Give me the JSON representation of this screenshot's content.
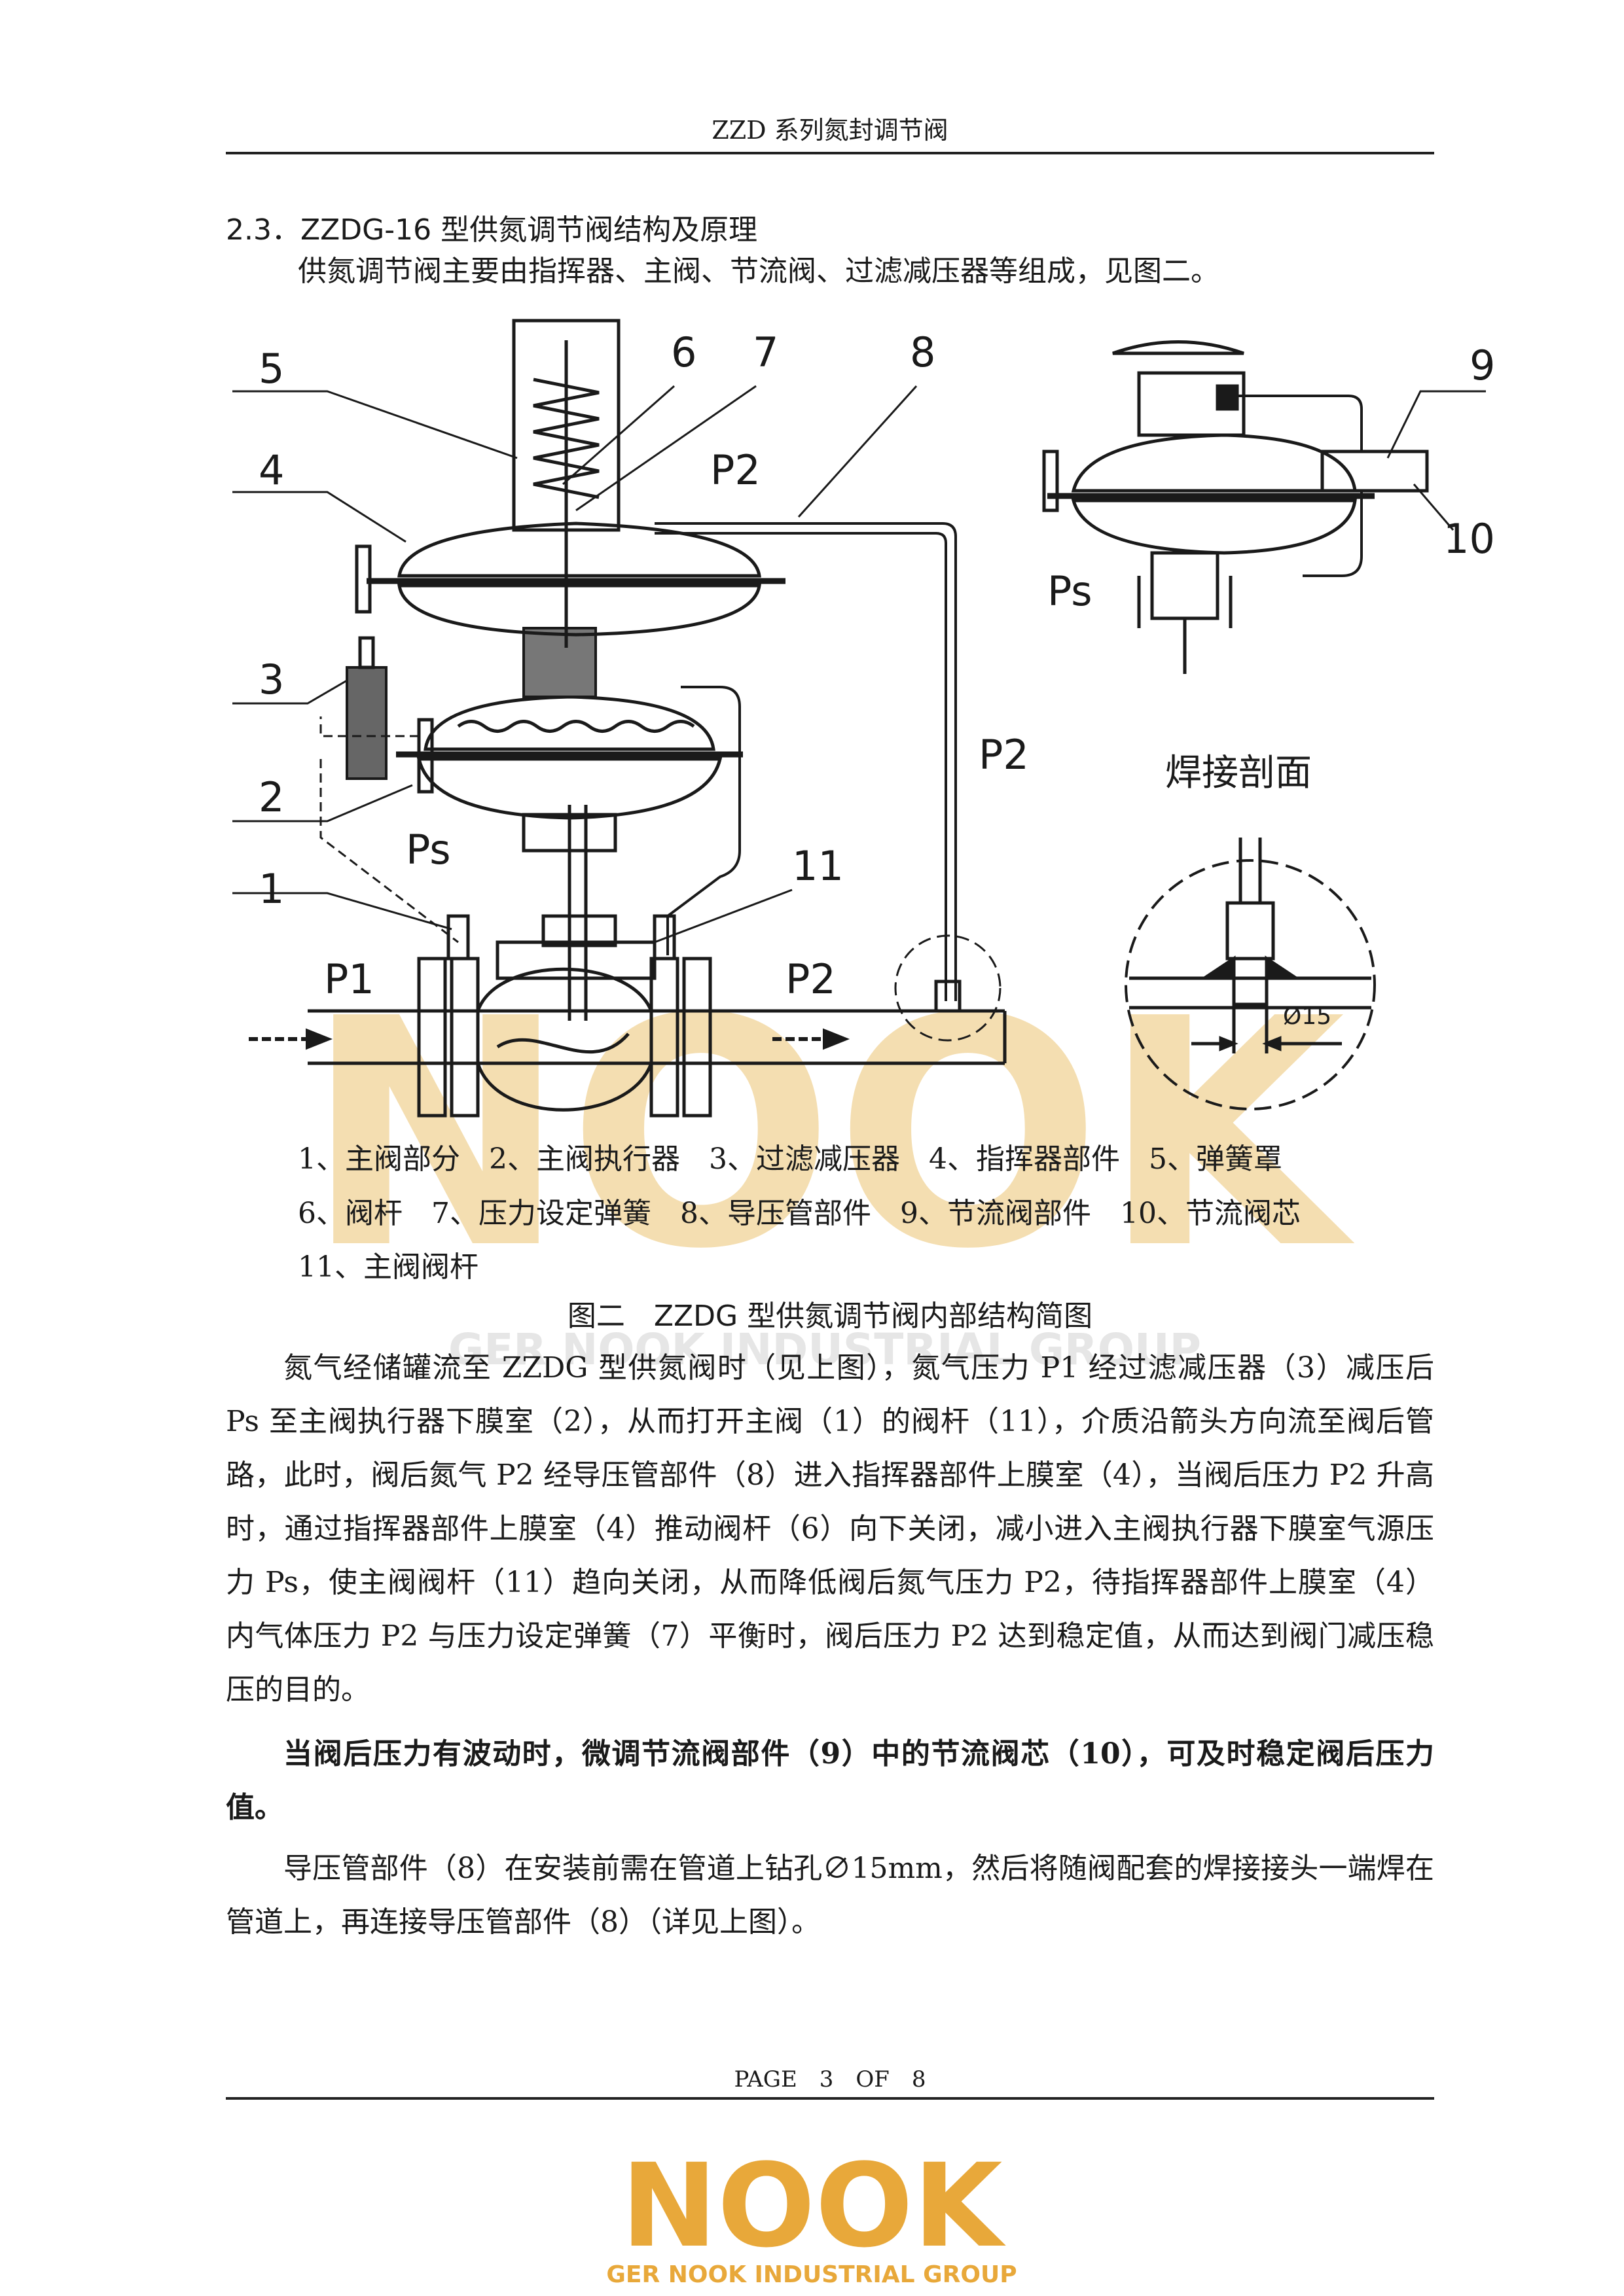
{
  "header": {
    "title": "ZZD 系列氮封调节阀"
  },
  "section": {
    "heading": "2.3．ZZDG-16 型供氮调节阀结构及原理"
  },
  "intro": "供氮调节阀主要由指挥器、主阀、节流阀、过滤减压器等组成，见图二。",
  "figure": {
    "callouts": [
      "1",
      "2",
      "3",
      "4",
      "5",
      "6",
      "7",
      "8",
      "9",
      "10",
      "11"
    ],
    "labels": {
      "p1": "P1",
      "p2": "P2",
      "ps": "Ps",
      "weld_title": "焊接剖面",
      "weld_dim": "Ø15"
    },
    "legend": [
      "1、主阀部分　2、主阀执行器　3、过滤减压器　4、指挥器部件　5、弹簧罩",
      "6、阀杆　7、压力设定弹簧　8、导压管部件　9、节流阀部件　10、节流阀芯",
      "11、主阀阀杆"
    ],
    "caption": "图二　ZZDG 型供氮调节阀内部结构简图"
  },
  "paragraphs": [
    "氮气经储罐流至 ZZDG 型供氮阀时（见上图），氮气压力 P1 经过滤减压器（3）减压后 Ps 至主阀执行器下膜室（2），从而打开主阀（1）的阀杆（11），介质沿箭头方向流至阀后管路，此时，阀后氮气 P2 经导压管部件（8）进入指挥器部件上膜室（4），当阀后压力 P2 升高时，通过指挥器部件上膜室（4）推动阀杆（6）向下关闭，减小进入主阀执行器下膜室气源压力 Ps，使主阀阀杆（11）趋向关闭，从而降低阀后氮气压力 P2，待指挥器部件上膜室（4）内气体压力 P2 与压力设定弹簧（7）平衡时，阀后压力 P2 达到稳定值，从而达到阀门减压稳压的目的。",
    "当阀后压力有波动时，微调节流阀部件（9）中的节流阀芯（10），可及时稳定阀后压力值。",
    "导压管部件（8）在安装前需在管道上钻孔∅15mm，然后将随阀配套的焊接接头一端焊在管道上，再连接导压管部件（8）（详见上图）。"
  ],
  "watermark": {
    "brand": "NOOK",
    "tagline": "GER NOOK INDUSTRIAL GROUP"
  },
  "footer": {
    "page": "PAGE　3　OF　8",
    "logo": "NOOK",
    "logo_tagline": "GER NOOK INDUSTRIAL GROUP"
  },
  "colors": {
    "gold": "#e8a83a",
    "watermark": "#f3d9a4",
    "ink": "#1a1a1a"
  }
}
